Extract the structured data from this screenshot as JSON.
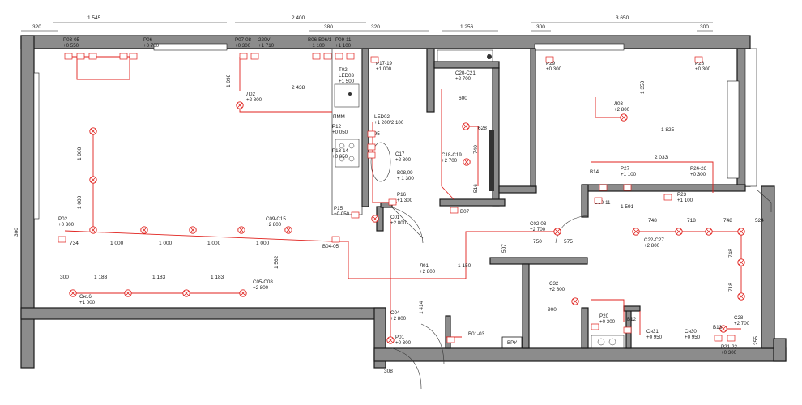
{
  "plan": {
    "top_dims": [
      "1 545",
      "320",
      "2 400",
      "380",
      "320",
      "1 256",
      "300",
      "3 650",
      "300"
    ],
    "inner_dims": [
      "1 098",
      "2 438",
      "1 350",
      "1 825",
      "2 033",
      "1 591",
      "600",
      "628",
      "740",
      "516",
      "295",
      "750",
      "575",
      "507",
      "900",
      "1 150",
      "1 414",
      "1 562",
      "300",
      "308",
      "524",
      "255"
    ],
    "row_dims_1000": [
      "734",
      "1 000",
      "1 000",
      "1 000",
      "1 000"
    ],
    "row_dims_1183": [
      "300",
      "1 183",
      "1 183",
      "1 183"
    ],
    "vert_dims_1000": [
      "1 000",
      "1 000"
    ],
    "right_dims": [
      "748",
      "718",
      "748",
      "748",
      "718"
    ],
    "labels": [
      {
        "t": "P03-05",
        "s": "+0 550"
      },
      {
        "t": "P06",
        "s": "+0 700"
      },
      {
        "t": "P07-08",
        "s": "+0 300"
      },
      {
        "t": "220V",
        "s": "+1 710"
      },
      {
        "t": "B06-B06/1",
        "s": "+ 1 100"
      },
      {
        "t": "P09-11",
        "s": "+1 100"
      },
      {
        "t": "P17-19",
        "s": "+1 000"
      },
      {
        "t": "T02",
        "s": ""
      },
      {
        "t": "LED03",
        "s": "+1 500"
      },
      {
        "t": "C20-C21",
        "s": "+2 700"
      },
      {
        "t": "P29",
        "s": "+0 300"
      },
      {
        "t": "P28",
        "s": "+0 300"
      },
      {
        "t": "Л02",
        "s": "+2 800"
      },
      {
        "t": "Л03",
        "s": "+2 800"
      },
      {
        "t": "LED02",
        "s": "+1 200/2 100"
      },
      {
        "t": "ПММ",
        "s": ""
      },
      {
        "t": "P12",
        "s": "+0 050"
      },
      {
        "t": "P13-14",
        "s": "+0 050"
      },
      {
        "t": "C17",
        "s": "+2 800"
      },
      {
        "t": "C18-C19",
        "s": "+2 700"
      },
      {
        "t": "B08,09",
        "s": "+ 1 300"
      },
      {
        "t": "P16",
        "s": "+1 300"
      },
      {
        "t": "B14",
        "s": ""
      },
      {
        "t": "P27",
        "s": "+1 100"
      },
      {
        "t": "P24-26",
        "s": "+0 300"
      },
      {
        "t": "P23",
        "s": "+1 100"
      },
      {
        "t": "B10-11",
        "s": ""
      },
      {
        "t": "B07",
        "s": ""
      },
      {
        "t": "P15",
        "s": "+0 050"
      },
      {
        "t": "C01",
        "s": "+2 800"
      },
      {
        "t": "P02",
        "s": "+0 300"
      },
      {
        "t": "C09-C15",
        "s": "+2 800"
      },
      {
        "t": "B04-05",
        "s": ""
      },
      {
        "t": "C02-03",
        "s": "+2 700"
      },
      {
        "t": "C22-C27",
        "s": "+2 800"
      },
      {
        "t": "Л01",
        "s": "+2 800"
      },
      {
        "t": "C05-C08",
        "s": "+2 800"
      },
      {
        "t": "Сн16",
        "s": "+1 000"
      },
      {
        "t": "C32",
        "s": "+2 800"
      },
      {
        "t": "C04",
        "s": "+2 800"
      },
      {
        "t": "P20",
        "s": "+0 300"
      },
      {
        "t": "B12",
        "s": ""
      },
      {
        "t": "C28",
        "s": "+2 700"
      },
      {
        "t": "B13",
        "s": ""
      },
      {
        "t": "P01",
        "s": "+0 300"
      },
      {
        "t": "B01-03",
        "s": ""
      },
      {
        "t": "ВРУ",
        "s": ""
      },
      {
        "t": "Сн31",
        "s": "+0 950"
      },
      {
        "t": "Сн30",
        "s": "+0 950"
      },
      {
        "t": "P21-22",
        "s": "+0 300"
      }
    ]
  }
}
